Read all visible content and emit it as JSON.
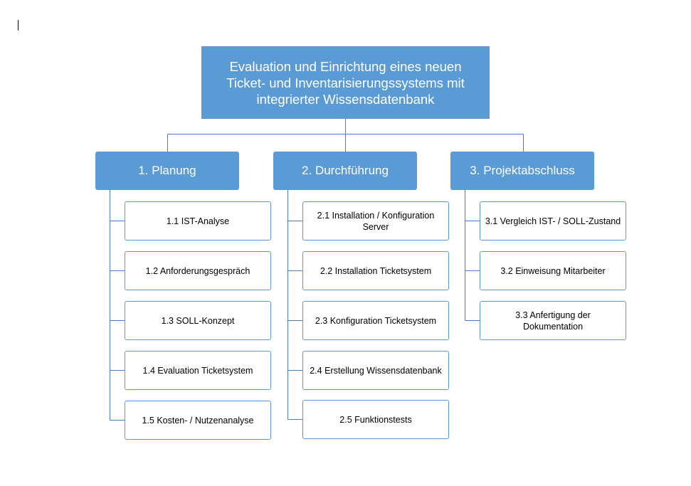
{
  "root": {
    "title": "Evaluation und Einrichtung eines neuen Ticket- und Inventarisierungssystems mit integrierter Wissensdatenbank"
  },
  "colors": {
    "box_fill": "#5b9bd5",
    "line": "#4a7ebb",
    "task_border": "#5b9bd5"
  },
  "phases": [
    {
      "label": "1. Planung",
      "tasks": [
        "1.1 IST-Analyse",
        "1.2 Anforderungsgespräch",
        "1.3 SOLL-Konzept",
        "1.4 Evaluation Ticketsystem",
        "1.5 Kosten- / Nutzenanalyse"
      ]
    },
    {
      "label": "2. Durchführung",
      "tasks": [
        "2.1 Installation / Konfiguration Server",
        "2.2 Installation Ticketsystem",
        "2.3 Konfiguration Ticketsystem",
        "2.4 Erstellung Wissensdatenbank",
        "2.5 Funktionstests"
      ]
    },
    {
      "label": "3. Projektabschluss",
      "tasks": [
        "3.1 Vergleich IST- / SOLL-Zustand",
        "3.2 Einweisung Mitarbeiter",
        "3.3 Anfertigung der Dokumentation"
      ]
    }
  ]
}
